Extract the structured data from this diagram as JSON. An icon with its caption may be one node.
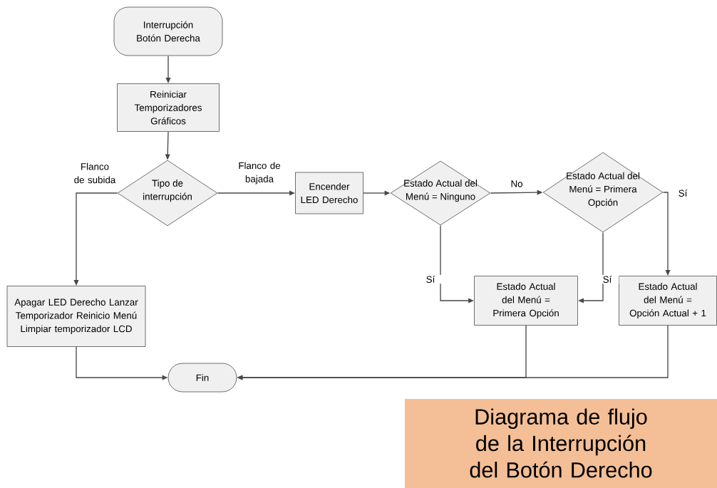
{
  "diagram": {
    "title": "Diagrama de flujo de la Interrupción del Botón Derecho",
    "nodes": [
      {
        "text": [
          "Interrupción Botón Derecha"
        ]
      },
      {
        "text": [
          "Reiniciar Temporizadores Gráficos"
        ]
      },
      {
        "text": [
          "Tipo de interrupción"
        ]
      },
      {
        "text": [
          "Encender LED Derecho"
        ]
      },
      {
        "text": [
          "Estado Actual del Menú = Ninguno"
        ]
      },
      {
        "text": [
          "Estado Actual del Menú = Primera Opción"
        ]
      },
      {
        "text": [
          "Apagar LED Derecho Lanzar Temporizador Reinicio Menú Limpiar temporizador LCD"
        ]
      },
      {
        "text": [
          "Estado Actual del Menú = Primera Opción"
        ]
      },
      {
        "text": [
          "Estado Actual del Menú = Opción Actual + 1"
        ]
      },
      {
        "text": [
          "Fin"
        ]
      }
    ],
    "edges": [
      {
        "from": 0,
        "to": 1,
        "arrow": "to"
      },
      {
        "from": 1,
        "to": 2,
        "arrow": "to"
      },
      {
        "from": 2,
        "to": 6,
        "arrow": "to",
        "label": "Flanco de subida"
      },
      {
        "from": 2,
        "to": 3,
        "arrow": "to",
        "label": "Flanco de bajada"
      },
      {
        "from": 3,
        "to": 4,
        "arrow": "to"
      },
      {
        "from": 4,
        "to": 5,
        "arrow": "to",
        "label": "No"
      },
      {
        "from": 4,
        "to": 7,
        "arrow": "to",
        "label": "Sí"
      },
      {
        "from": 5,
        "to": 7,
        "arrow": "to",
        "label": "Sí"
      },
      {
        "from": 5,
        "to": 8,
        "arrow": "to",
        "label": "Sí"
      },
      {
        "from": 6,
        "to": 9,
        "arrow": "to"
      },
      {
        "from": 7,
        "to": 9,
        "arrow": "to"
      },
      {
        "from": 8,
        "to": 9,
        "arrow": "to"
      }
    ]
  }
}
